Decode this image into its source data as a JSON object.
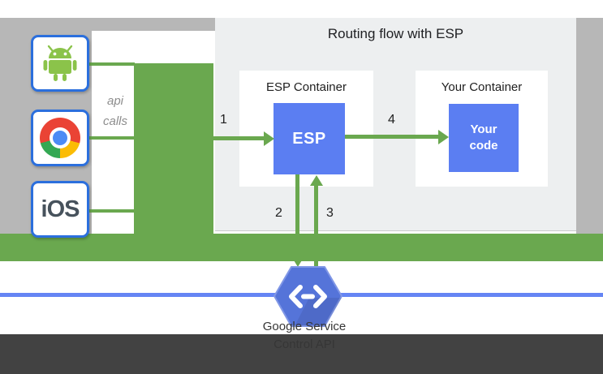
{
  "title": "Routing flow with ESP",
  "clients": {
    "android_icon": "android-robot-icon",
    "chrome_icon": "chrome-browser-icon",
    "ios_label": "iOS"
  },
  "api_calls": {
    "line1": "api",
    "line2": "calls"
  },
  "esp_container": {
    "title": "ESP Container",
    "box_label": "ESP"
  },
  "your_container": {
    "title": "Your Container",
    "box_line1": "Your",
    "box_line2": "code"
  },
  "steps": {
    "s1": "1",
    "s2": "2",
    "s3": "3",
    "s4": "4"
  },
  "service": {
    "icon": "cloud-endpoints-hexagon-icon",
    "label_line1": "Google Service",
    "label_line2": "Control API"
  },
  "colors": {
    "accent_green": "#6aa84f",
    "box_blue": "#5b7ef2",
    "hexagon_blue": "#5574d9",
    "rail_blue": "#6585f4",
    "client_border_blue": "#2b6fdd",
    "frame_gray": "#b7b7b7",
    "panel_gray": "#edeff0",
    "footer_gray": "#424242"
  }
}
